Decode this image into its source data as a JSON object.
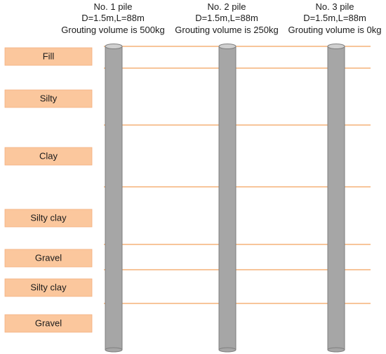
{
  "piles": [
    {
      "name": "No. 1 pile",
      "dims": "D=1.5m,L=88m",
      "grouting": "Grouting volume is 500kg"
    },
    {
      "name": "No. 2 pile",
      "dims": "D=1.5m,L=88m",
      "grouting": "Grouting volume is 250kg"
    },
    {
      "name": "No. 3 pile",
      "dims": "D=1.5m,L=88m",
      "grouting": "Grouting volume is 0kg"
    }
  ],
  "layers": [
    {
      "label": "Fill"
    },
    {
      "label": "Silty"
    },
    {
      "label": "Clay"
    },
    {
      "label": "Silty clay"
    },
    {
      "label": "Gravel"
    },
    {
      "label": "Silty clay"
    },
    {
      "label": "Gravel"
    }
  ],
  "colors": {
    "boundary_line": "#f2a25e",
    "layer_box": "#fbc79d",
    "layer_box_border": "#f3b080",
    "pile_body": "#a6a6a6",
    "pile_outline": "#7f7f7f",
    "pile_top": "#cfcfcf"
  }
}
